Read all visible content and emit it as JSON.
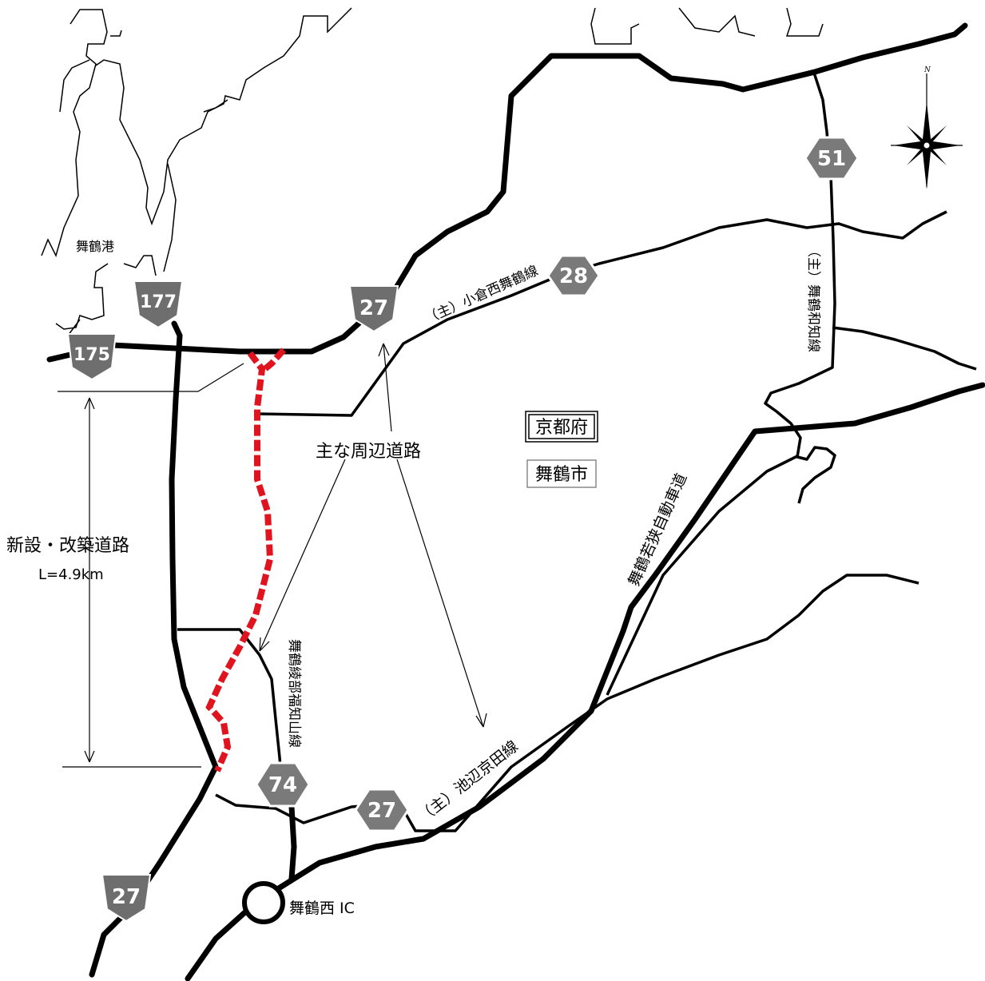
{
  "labels": {
    "port": "舞鶴港",
    "main_roads": "主な周辺道路",
    "new_road_title": "新設・改築道路",
    "new_road_length": "L=4.9km",
    "prefecture": "京都府",
    "city": "舞鶴市",
    "interchange": "舞鶴西 IC",
    "north": "N"
  },
  "roads": {
    "ogura": "（主）小倉西舞鶴線",
    "maizuru_wachi": "（主）舞鶴和知線",
    "ayabe": "舞鶴綾部福知山線",
    "ikebe": "（主）池辺京田線",
    "expressway": "舞鶴若狭自動車道"
  },
  "shields": {
    "r177": "177",
    "r175": "175",
    "r27_north": "27",
    "r27_south": "27",
    "r28": "28",
    "r51": "51",
    "r74": "74",
    "r27_pref": "27"
  },
  "colors": {
    "road": "#000000",
    "new_road": "#e0141e",
    "national_shield": "#6e6e6e",
    "pref_shield": "#7a7a7a"
  }
}
